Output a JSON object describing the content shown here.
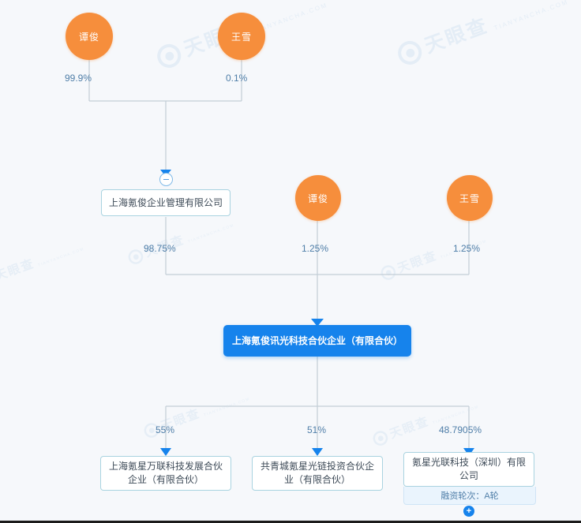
{
  "watermark": {
    "text": "天眼查",
    "subtext": "TIANYANCHA.COM",
    "logo_icon": "tianyancha-logo-icon"
  },
  "graph": {
    "tier1": [
      {
        "id": "p-tanjun-top",
        "label": "谭俊",
        "type": "person"
      },
      {
        "id": "p-wangxue-top",
        "label": "王雪",
        "type": "person"
      }
    ],
    "tier2": [
      {
        "id": "c-kejun",
        "label": "上海氪俊企业管理有限公司",
        "type": "company"
      },
      {
        "id": "p-tanjun-mid",
        "label": "谭俊",
        "type": "person"
      },
      {
        "id": "p-wangxue-mid",
        "label": "王雪",
        "type": "person"
      }
    ],
    "focus": {
      "id": "c-xunguang",
      "label": "上海氪俊讯光科技合伙企业（有限合伙）",
      "type": "company"
    },
    "tier4": [
      {
        "id": "c-wanlian",
        "label": "上海氪星万联科技发展合伙企业（有限合伙）",
        "type": "company"
      },
      {
        "id": "c-guanglian-invest",
        "label": "共青城氪星光链投资合伙企业（有限合伙）",
        "type": "company"
      },
      {
        "id": "c-guanglian-sz",
        "label": "氪星光联科技（深圳）有限公司",
        "type": "company",
        "badge": "融资轮次：A轮",
        "expand_icon": "plus-icon",
        "expand_label": "+"
      }
    ],
    "edges": [
      {
        "from": "p-tanjun-top",
        "to": "c-kejun",
        "percent": "99.9%"
      },
      {
        "from": "p-wangxue-top",
        "to": "c-kejun",
        "percent": "0.1%"
      },
      {
        "from": "c-kejun",
        "to": "c-xunguang",
        "percent": "98.75%"
      },
      {
        "from": "p-tanjun-mid",
        "to": "c-xunguang",
        "percent": "1.25%"
      },
      {
        "from": "p-wangxue-mid",
        "to": "c-xunguang",
        "percent": "1.25%"
      },
      {
        "from": "c-xunguang",
        "to": "c-wanlian",
        "percent": "55%"
      },
      {
        "from": "c-xunguang",
        "to": "c-guanglian-invest",
        "percent": "51%"
      },
      {
        "from": "c-xunguang",
        "to": "c-guanglian-sz",
        "percent": "48.7905%"
      }
    ],
    "collapse_icon": "minus-collapse-icon"
  },
  "colors": {
    "person": "#f68e3c",
    "focus": "#1683ec",
    "company_border": "#a9d3e0",
    "percent_text": "#4f7ea8",
    "wire": "#c3cdd6",
    "background": "#f6f8fb"
  }
}
